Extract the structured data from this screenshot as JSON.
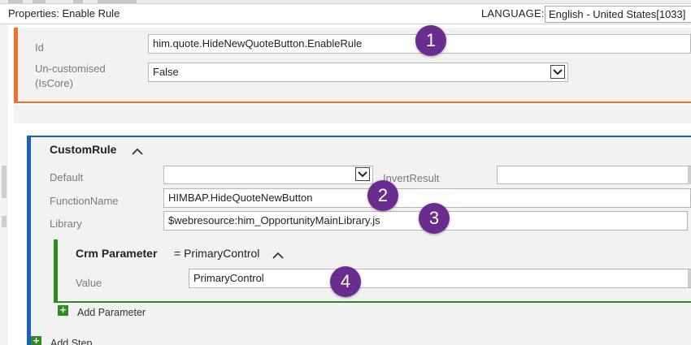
{
  "window": {
    "title": "Properties: Enable Rule",
    "language_label": "LANGUAGE:",
    "language_value": "English - United States[1033]"
  },
  "enable_rule": {
    "id_label": "Id",
    "id_value": "him.quote.HideNewQuoteButton.EnableRule",
    "uncustomised_label_line1": "Un-customised",
    "uncustomised_label_line2": "(IsCore)",
    "uncustomised_value": "False"
  },
  "custom_rule": {
    "header": "CustomRule",
    "default_label": "Default",
    "default_value": "",
    "invert_result_label": "InvertResult",
    "invert_result_value": "",
    "function_name_label": "FunctionName",
    "function_name_value": "HIMBAP.HideQuoteNewButton",
    "library_label": "Library",
    "library_value": "$webresource:him_OpportunityMainLibrary.js"
  },
  "crm_parameter": {
    "header": "Crm Parameter",
    "header_value": "= PrimaryControl",
    "value_label": "Value",
    "value_value": "PrimaryControl"
  },
  "actions": {
    "add_parameter": "Add Parameter",
    "add_step": "Add Step"
  },
  "annotations": [
    "1",
    "2",
    "3",
    "4"
  ],
  "colors": {
    "enable_rule_accent": "#ef7226",
    "custom_rule_accent": "#1660c2",
    "crm_parameter_accent": "#2f8a1f",
    "badge": "#6b2c8f"
  },
  "icons": {
    "collapse": "chevron-up-icon",
    "dropdown": "chevron-down-icon",
    "add": "plus-icon"
  }
}
